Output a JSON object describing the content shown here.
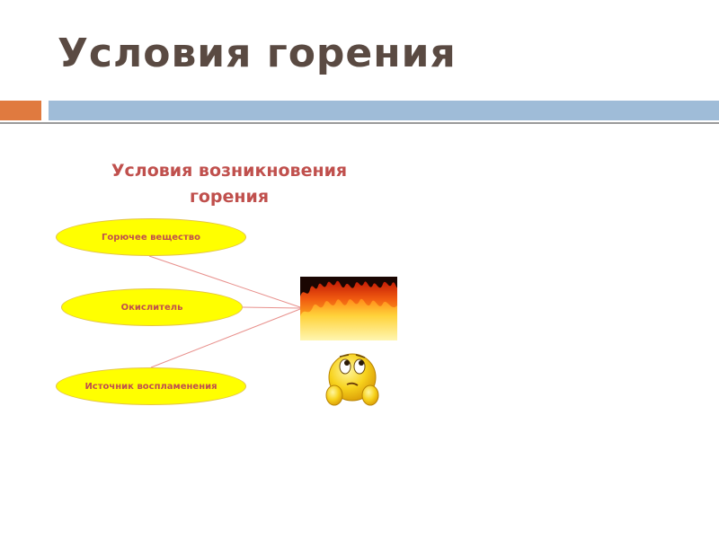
{
  "slide": {
    "title": "Условия горения"
  },
  "diagram": {
    "heading_line1": "Условия возникновения",
    "heading_line2": "горения",
    "conditions": [
      "Горючее вещество",
      "Окислитель",
      "Источник воспламенения"
    ],
    "result_image": "fire-image",
    "decoration": "thinking-smiley-icon"
  },
  "colors": {
    "title": "#5a4a42",
    "accent_orange": "#e07a3f",
    "accent_blue": "#9fbcd8",
    "heading": "#c0504d",
    "ellipse_fill": "#ffff00",
    "connector": "#e8908c"
  }
}
